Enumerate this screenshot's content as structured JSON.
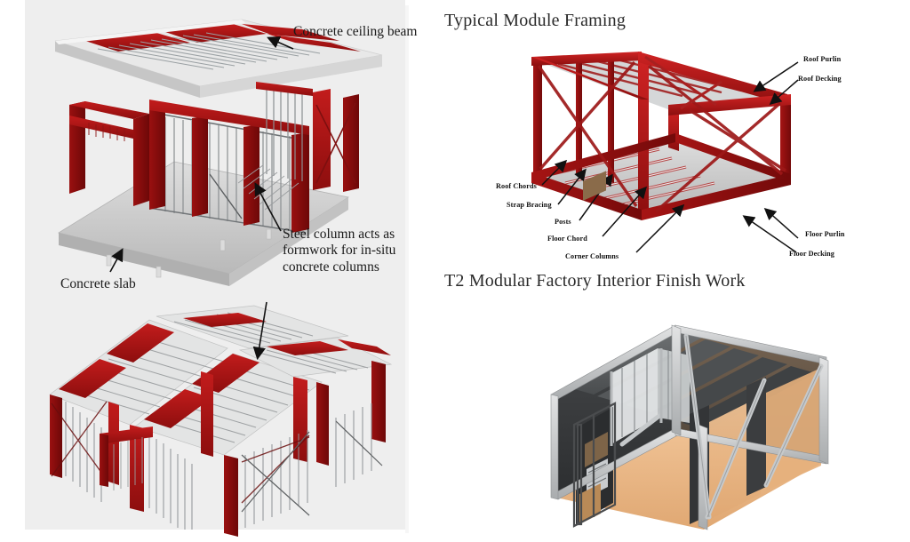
{
  "page": {
    "background": "#ffffff",
    "left_panel_bg": "#eeeeee",
    "accent_red": "#a81414",
    "accent_red_dark": "#7d0d0d",
    "steel_gray": "#b9bcbe",
    "slab_gray": "#c9cbcc",
    "floor_tan": "#e9b57e",
    "wall_dark": "#3a3a3c"
  },
  "left_panel": {
    "name": "concrete-steel-hybrid-module-figure",
    "callouts": [
      {
        "id": "concrete-ceiling-beam",
        "text": "Concrete ceiling beam"
      },
      {
        "id": "steel-column-formwork",
        "text": "Steel column acts as formwork for in-situ concrete columns"
      },
      {
        "id": "concrete-slab",
        "text": "Concrete slab"
      }
    ]
  },
  "right_panel": {
    "typical_module": {
      "heading": "Typical Module Framing",
      "labels_right": [
        {
          "id": "roof-purlin",
          "text": "Roof Purlin"
        },
        {
          "id": "roof-decking",
          "text": "Roof Decking"
        },
        {
          "id": "floor-purlin",
          "text": "Floor Purlin"
        },
        {
          "id": "floor-decking",
          "text": "Floor Decking"
        }
      ],
      "labels_left": [
        {
          "id": "roof-chords",
          "text": "Roof Chords"
        },
        {
          "id": "strap-bracing",
          "text": "Strap Bracing"
        },
        {
          "id": "posts",
          "text": "Posts"
        },
        {
          "id": "floor-chord",
          "text": "Floor Chord"
        },
        {
          "id": "corner-columns",
          "text": "Corner Columns"
        }
      ]
    },
    "interior_finish": {
      "heading": "T2 Modular Factory Interior Finish Work"
    }
  }
}
